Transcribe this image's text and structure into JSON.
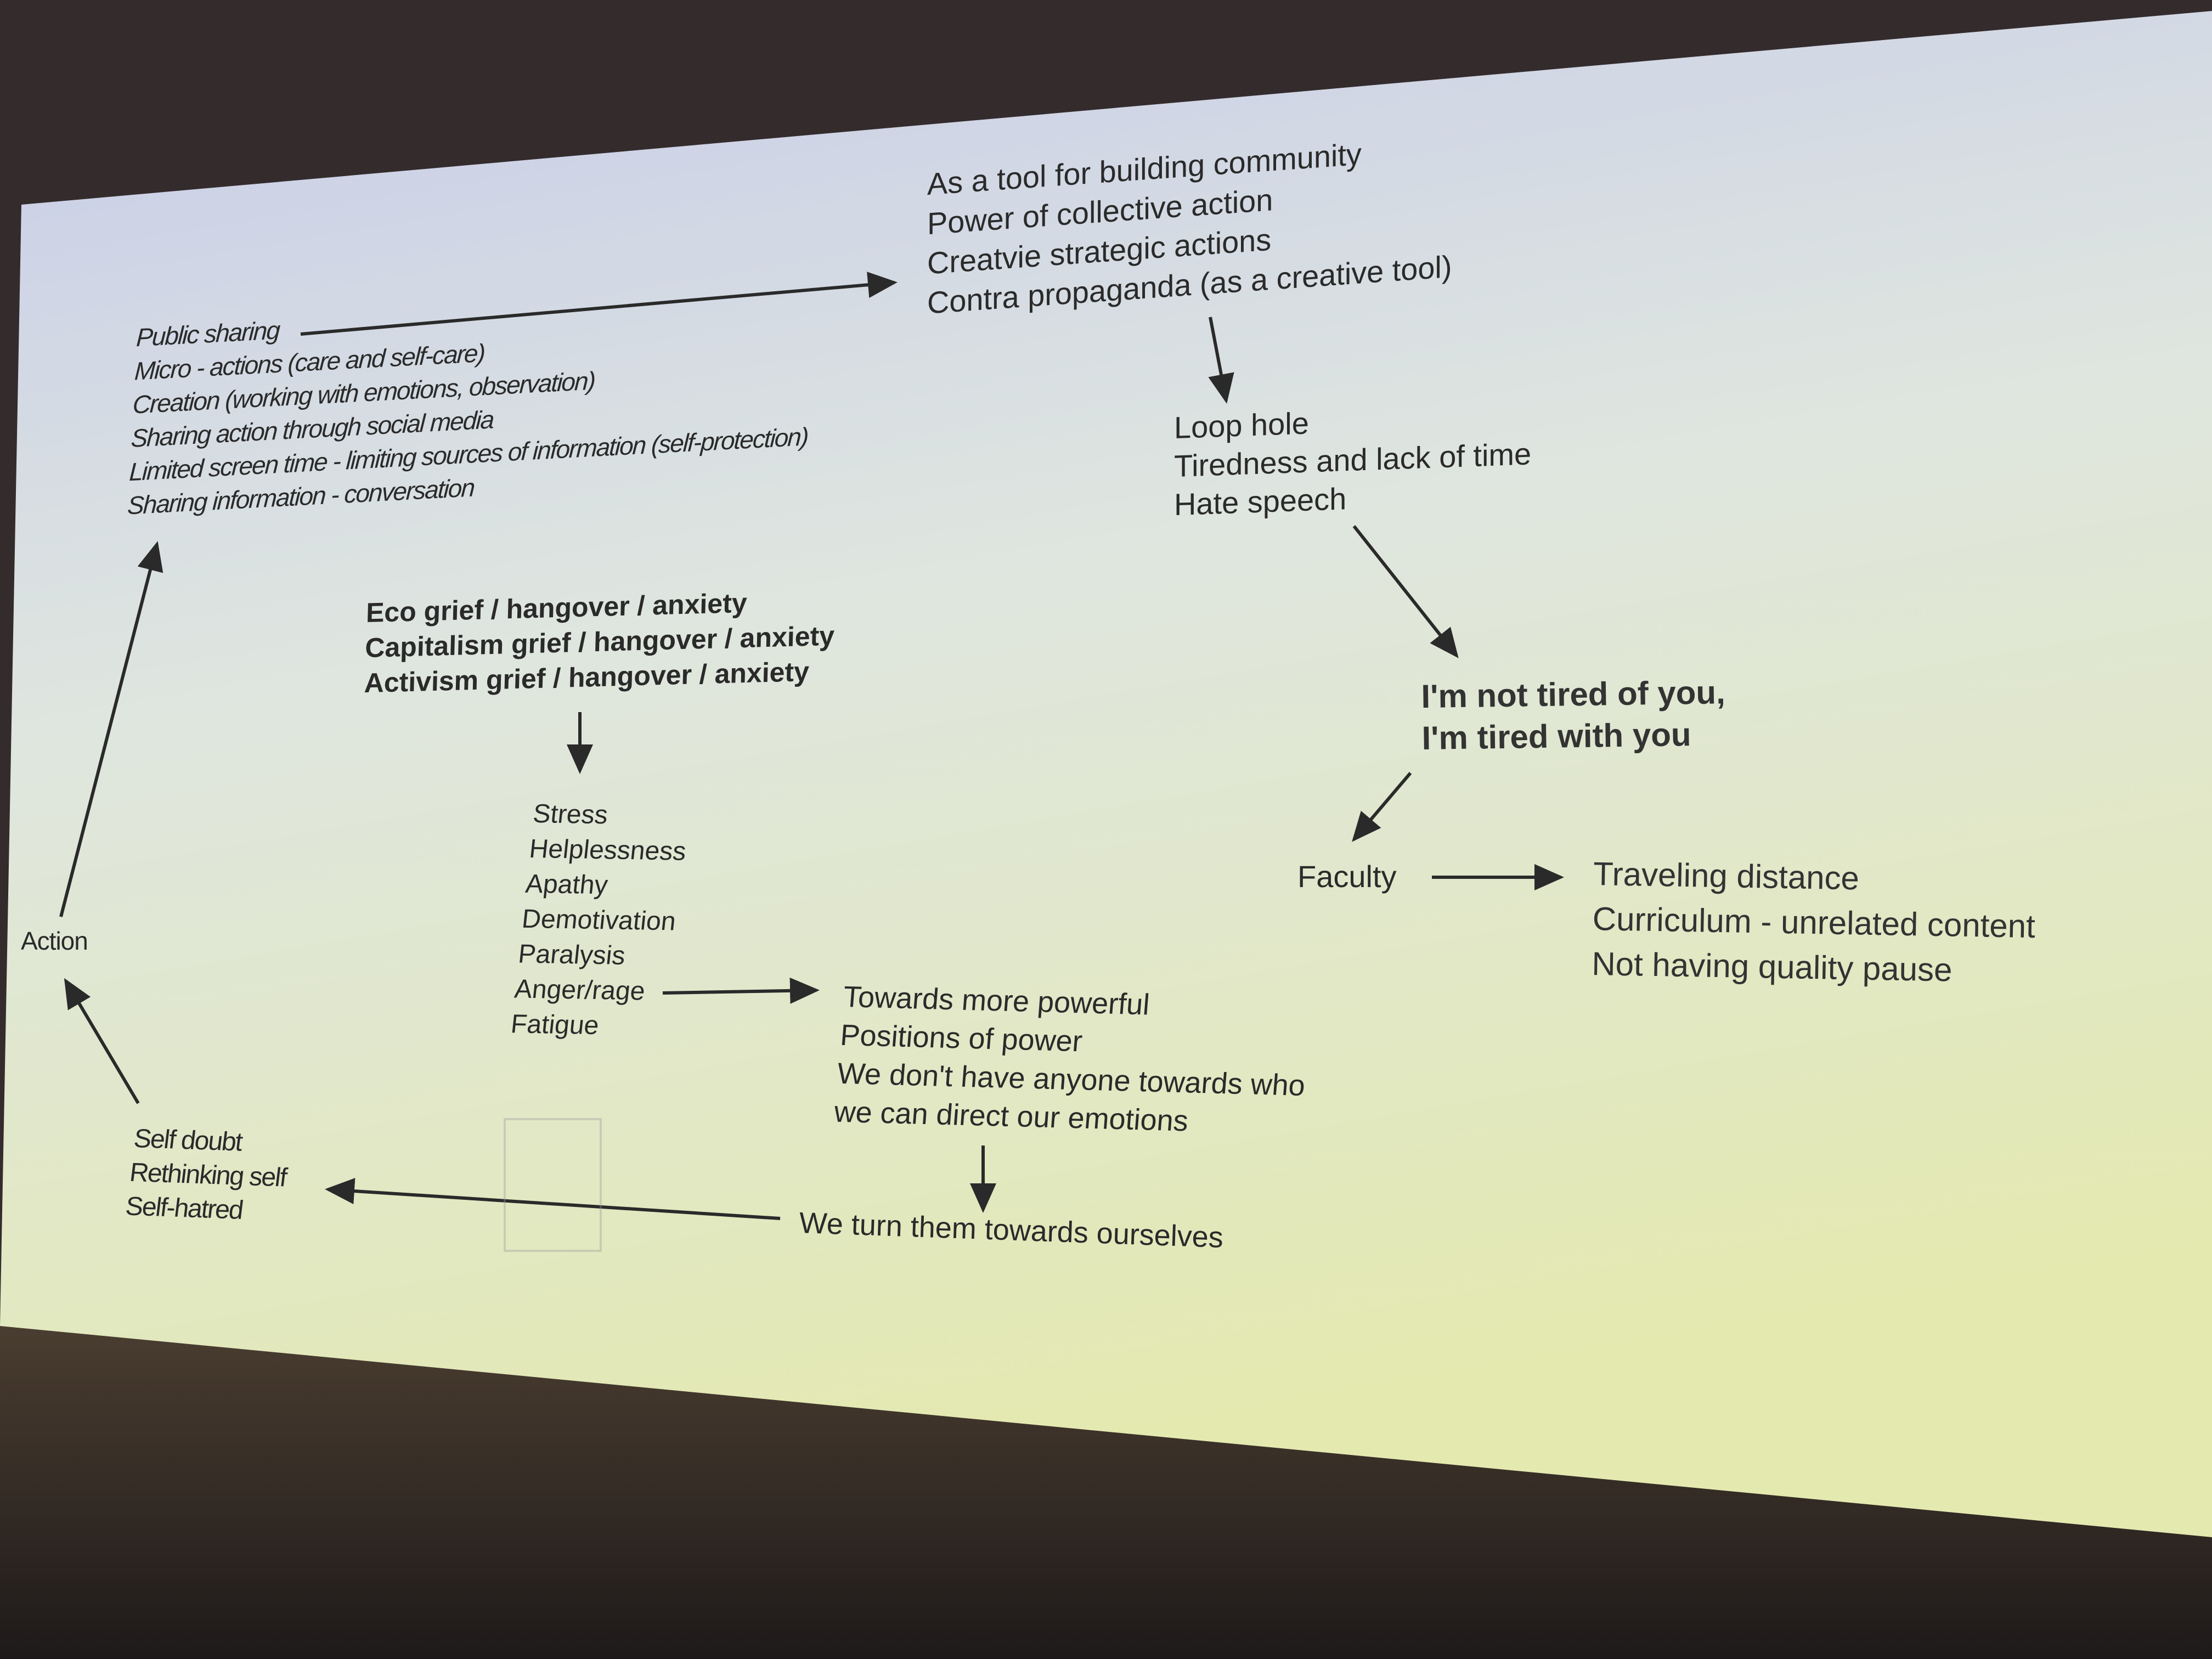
{
  "slide": {
    "top_right": [
      "As a tool for building community",
      "Power of collective action",
      "Creatvie strategic actions",
      "Contra propaganda (as a creative tool)"
    ],
    "left_actions": [
      "Public sharing",
      "Micro - actions (care and self-care)",
      "Creation (working with emotions, observation)",
      "Sharing action through social media",
      "Limited screen time - limiting sources of information (self-protection)",
      "Sharing information - conversation"
    ],
    "obstacles": [
      "Loop hole",
      "Tiredness and lack of time",
      "Hate speech"
    ],
    "grief": [
      "Eco grief / hangover / anxiety",
      "Capitalism grief / hangover / anxiety",
      "Activism grief / hangover / anxiety"
    ],
    "tired": [
      "I'm not tired of you,",
      "I'm tired with you"
    ],
    "emotions": [
      "Stress",
      "Helplessness",
      "Apathy",
      "Demotivation",
      "Paralysis",
      "Anger/rage",
      "Fatigue"
    ],
    "faculty": "Faculty",
    "faculty_issues": [
      "Traveling distance",
      "Curriculum - unrelated content",
      "Not having quality pause"
    ],
    "action": "Action",
    "towards": [
      "Towards more powerful",
      "Positions of power",
      "We don't have anyone towards who",
      "we can direct our emotions"
    ],
    "self": [
      "Self doubt",
      "Rethinking self",
      "Self-hatred"
    ],
    "turn": "We turn them towards ourselves"
  },
  "colors": {
    "text": "#2a2a2a",
    "slide_top": "#c9cde9",
    "slide_bottom": "#e6eab6",
    "room": "#2e2628"
  }
}
